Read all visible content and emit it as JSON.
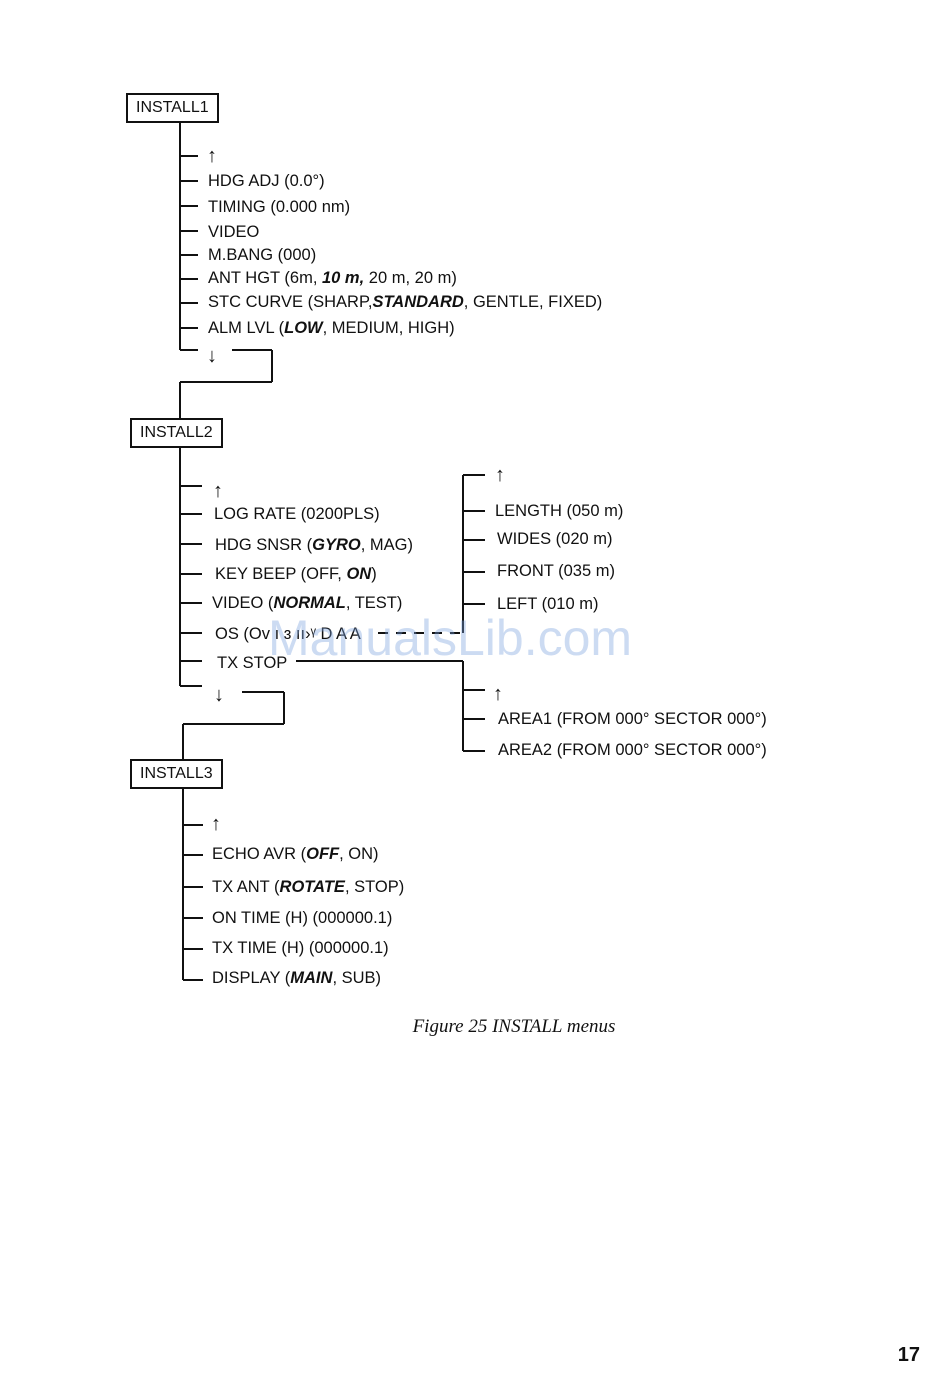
{
  "menus": {
    "install1": {
      "title": "INSTALL1",
      "up_arrow": "↑",
      "down_arrow": "↓",
      "items": [
        {
          "pre": "HDG ADJ (0.0°)",
          "em": "",
          "post": ""
        },
        {
          "pre": "TIMING (0.000 nm)",
          "em": "",
          "post": ""
        },
        {
          "pre": "VIDEO",
          "em": "",
          "post": ""
        },
        {
          "pre": "M.BANG (000)",
          "em": "",
          "post": ""
        },
        {
          "pre": "ANT HGT (6m, ",
          "em": "10 m,",
          "post": " 20 m,  20 m)"
        },
        {
          "pre": "STC CURVE (SHARP,",
          "em": "STANDARD",
          "post": ", GENTLE, FIXED)"
        },
        {
          "pre": "ALM LVL (",
          "em": "LOW",
          "post": ", MEDIUM, HIGH)"
        }
      ]
    },
    "install2": {
      "title": "INSTALL2",
      "up_arrow": "↑",
      "down_arrow": "↓",
      "items": [
        {
          "pre": "LOG RATE (0200PLS)",
          "em": "",
          "post": ""
        },
        {
          "pre": "HDG SNSR (",
          "em": "GYRO",
          "post": ", MAG)"
        },
        {
          "pre": "KEY BEEP (OFF, ",
          "em": "ON",
          "post": ")"
        },
        {
          "pre": "VIDEO (",
          "em": "NORMAL",
          "post": ", TEST)"
        },
        {
          "pre": "OS (Ov  ı  ɜ ıı›ᵞ D A  A",
          "em": "",
          "post": ""
        },
        {
          "pre": "TX STOP",
          "em": "",
          "post": ""
        }
      ],
      "os_submenu": {
        "up_arrow": "↑",
        "items": [
          "LENGTH (050 m)",
          "WIDES (020 m)",
          "FRONT (035 m)",
          "LEFT (010 m)"
        ]
      },
      "tx_stop_submenu": {
        "up_arrow": "↑",
        "items": [
          "AREA1 (FROM 000° SECTOR 000°)",
          "AREA2 (FROM 000° SECTOR 000°)"
        ]
      }
    },
    "install3": {
      "title": "INSTALL3",
      "up_arrow": "↑",
      "items": [
        {
          "pre": "ECHO AVR (",
          "em": "OFF",
          "post": ", ON)"
        },
        {
          "pre": "TX ANT (",
          "em": "ROTATE",
          "post": ", STOP)"
        },
        {
          "pre": "ON TIME (H) (000000.1)",
          "em": "",
          "post": ""
        },
        {
          "pre": "TX TIME (H) (000000.1)",
          "em": "",
          "post": ""
        },
        {
          "pre": "DISPLAY (",
          "em": "MAIN",
          "post": ", SUB)"
        }
      ]
    }
  },
  "caption": "Figure 25 INSTALL menus",
  "page_number": "17",
  "watermark": "ManualsLib.com"
}
